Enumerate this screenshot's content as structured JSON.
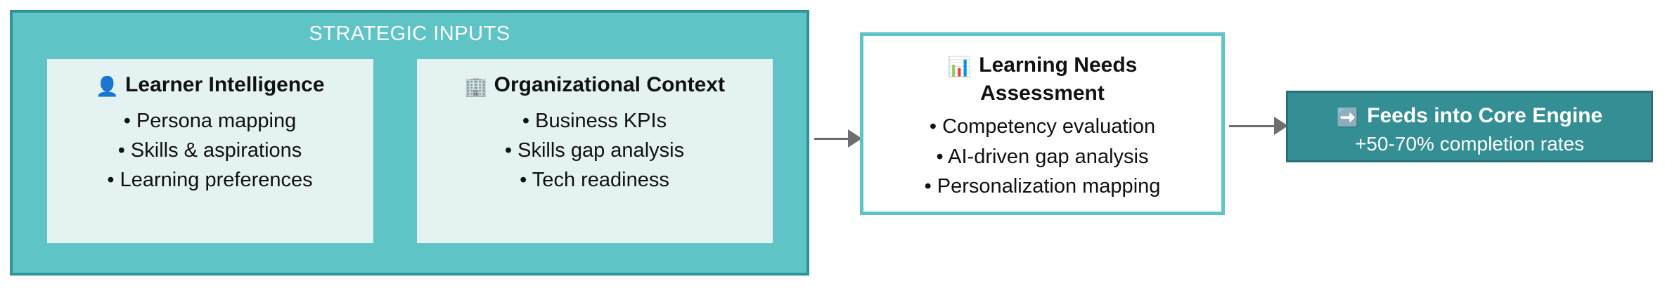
{
  "diagram": {
    "group": {
      "title": "STRATEGIC INPUTS",
      "accent_color": "#5ec4c6",
      "border_color": "#2f9499",
      "card_bg": "#e4f2f1",
      "cards": [
        {
          "icon": "bust-in-silhouette-icon",
          "icon_glyph": "👤",
          "heading": "Learner Intelligence",
          "bullets": [
            "• Persona mapping",
            "• Skills & aspirations",
            "• Learning preferences"
          ]
        },
        {
          "icon": "office-building-icon",
          "icon_glyph": "🏢",
          "heading": "Organizational Context",
          "bullets": [
            "• Business KPIs",
            "• Skills gap analysis",
            "• Tech readiness"
          ]
        }
      ]
    },
    "assessment": {
      "icon": "bar-chart-icon",
      "icon_glyph": "📊",
      "heading_line1": "Learning Needs",
      "heading_line2": "Assessment",
      "border_color": "#5ec4c6",
      "bullets": [
        "• Competency evaluation",
        "• AI-driven gap analysis",
        "• Personalization mapping"
      ]
    },
    "outcome": {
      "icon": "right-arrow-icon",
      "icon_glyph": "➡️",
      "heading": "Feeds into Core Engine",
      "subtext": "+50-70% completion rates",
      "fill_color": "#348f94",
      "border_color": "#2a6f73"
    },
    "connectors": [
      {
        "name": "inputs-to-assessment",
        "color": "#6e6e6e"
      },
      {
        "name": "assessment-to-outcome",
        "color": "#6e6e6e"
      }
    ]
  }
}
